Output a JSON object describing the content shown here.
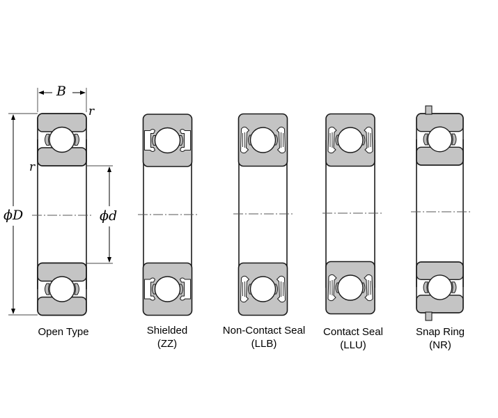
{
  "diagram": {
    "dimension_labels": {
      "width": "B",
      "corner_radius_top": "r",
      "corner_radius_side": "r",
      "outer_diameter": "ϕD",
      "bore_diameter": "ϕd"
    },
    "bearings": [
      {
        "id": "open",
        "label": "Open Type",
        "code": ""
      },
      {
        "id": "shielded",
        "label": "Shielded",
        "code": "(ZZ)"
      },
      {
        "id": "non-contact-seal",
        "label": "Non-Contact Seal",
        "code": "(LLB)"
      },
      {
        "id": "contact-seal",
        "label": "Contact Seal",
        "code": "(LLU)"
      },
      {
        "id": "snap-ring",
        "label": "Snap Ring",
        "code": "(NR)"
      }
    ],
    "colors": {
      "ring_fill": "#c4c4c4",
      "outline": "#1a1a1a",
      "ball_fill": "#ffffff",
      "centerline": "#555555"
    }
  }
}
